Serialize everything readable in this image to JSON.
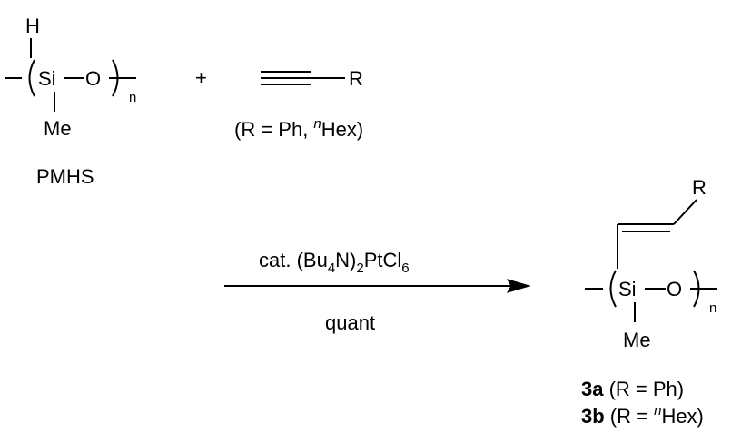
{
  "reactant1": {
    "h": "H",
    "si": "Si",
    "o": "O",
    "n": "n",
    "me": "Me",
    "name": "PMHS"
  },
  "plus": "+",
  "reactant2": {
    "r": "R",
    "cond_open": "(R = Ph, ",
    "cond_sup": "n",
    "cond_rest": "Hex)"
  },
  "reagent": {
    "cat_prefix": "cat. (Bu",
    "sub4": "4",
    "n_part": "N)",
    "sub2": "2",
    "ptcl": "PtCl",
    "sub6": "6"
  },
  "yield": "quant",
  "product": {
    "r": "R",
    "si": "Si",
    "o": "O",
    "n": "n",
    "me": "Me",
    "label_a_bold": "3a",
    "label_a_rest": " (R = Ph)",
    "label_b_bold": "3b",
    "label_b_mid": " (R = ",
    "label_b_sup": "n",
    "label_b_rest": "Hex)"
  }
}
